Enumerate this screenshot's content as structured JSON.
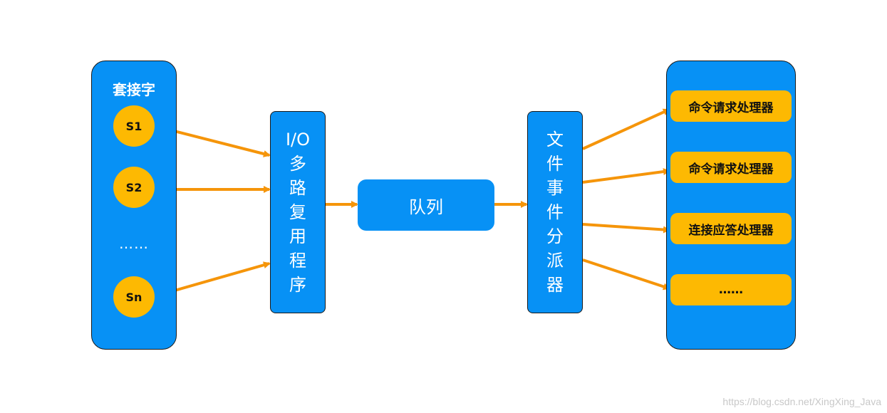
{
  "sockets": {
    "title": "套接字",
    "items": [
      "S1",
      "S2",
      "Sn"
    ],
    "ellipsis": "……"
  },
  "multiplexer": {
    "label_chars": [
      "I/O",
      "多",
      "路",
      "复",
      "用",
      "程",
      "序"
    ]
  },
  "queue": {
    "label": "队列"
  },
  "dispatcher": {
    "label_chars": [
      "文",
      "件",
      "事",
      "件",
      "分",
      "派",
      "器"
    ]
  },
  "handlers": {
    "items": [
      "命令请求处理器",
      "命令请求处理器",
      "连接应答处理器",
      "……"
    ]
  },
  "watermark": "https://blog.csdn.net/XingXing_Java",
  "colors": {
    "panel_blue": "#0791f5",
    "node_yellow": "#fdb902",
    "arrow_orange": "#f5950a"
  }
}
